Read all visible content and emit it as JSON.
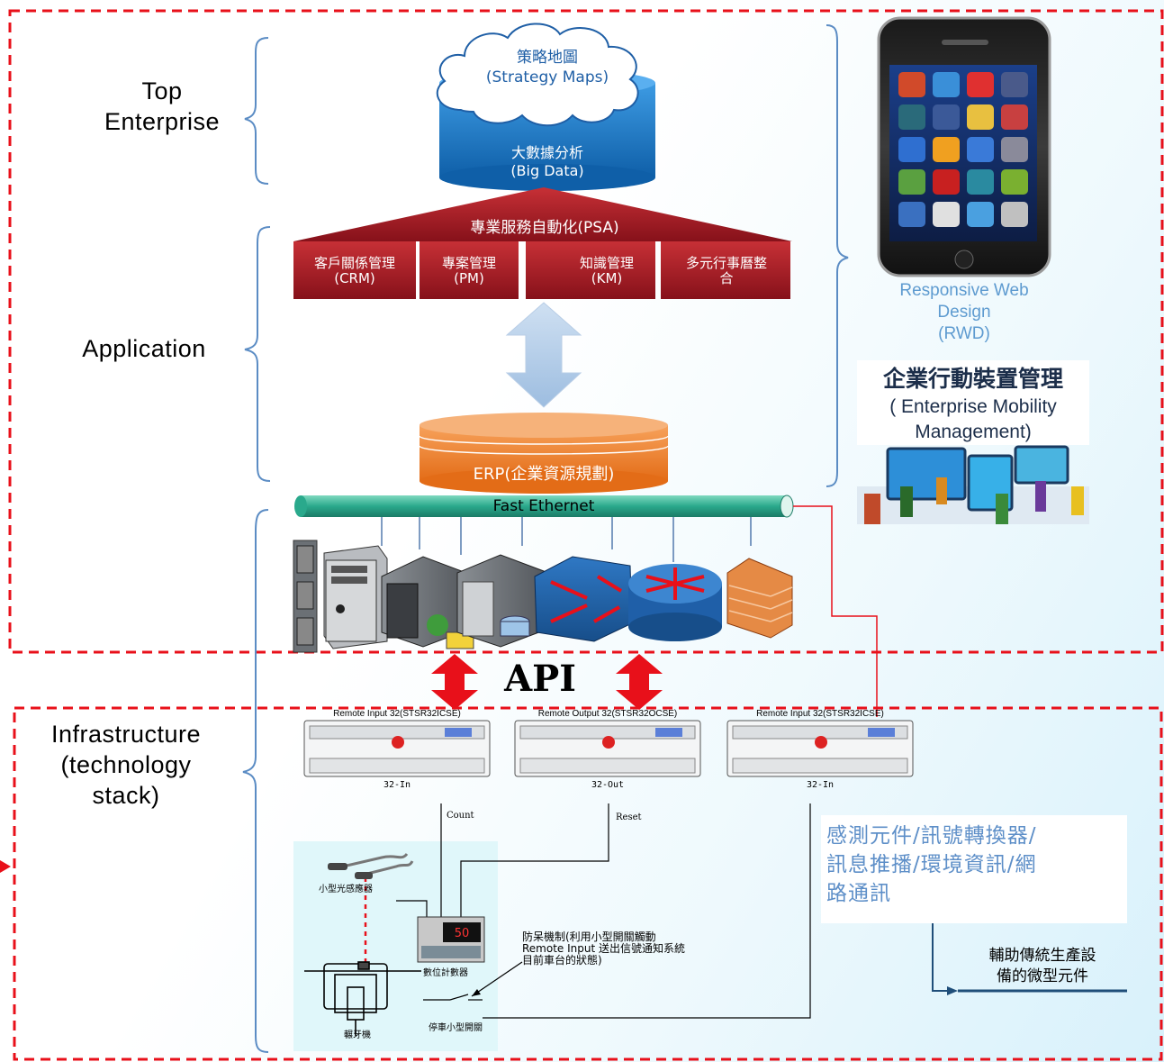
{
  "layers": {
    "top_enterprise": [
      "Top",
      "Enterprise"
    ],
    "application": "Application",
    "infrastructure": [
      "Infrastructure",
      "(technology",
      "stack)"
    ]
  },
  "cloud": {
    "line1": "策略地圖",
    "line2": "(Strategy Maps)"
  },
  "bigdata": {
    "line1": "大數據分析",
    "line2": "(Big Data)"
  },
  "psa": {
    "title": "專業服務自動化(PSA)",
    "modules": [
      {
        "line1": "客戶關係管理",
        "line2": "(CRM)"
      },
      {
        "line1": "專案管理",
        "line2": "(PM)"
      },
      {
        "line1": "知識管理",
        "line2": "(KM)"
      },
      {
        "line1": "多元行事曆整",
        "line2": "合"
      }
    ]
  },
  "erp": "ERP(企業資源規劃)",
  "ethernet": "Fast Ethernet",
  "rwd": {
    "line1": "Responsive Web",
    "line2": "Design",
    "line3": "(RWD)"
  },
  "emm": {
    "line1": "企業行動裝置管理",
    "line2": "( Enterprise Mobility",
    "line3": "Management)"
  },
  "api": "API",
  "remote_modules": [
    {
      "title": "Remote Input 32(STSR32ICSE)",
      "port": "32-In"
    },
    {
      "title": "Remote Output 32(STSR32OCSE)",
      "port": "32-Out"
    },
    {
      "title": "Remote Input 32(STSR32ICSE)",
      "port": "32-In"
    }
  ],
  "wires": {
    "count": "Count",
    "reset": "Reset"
  },
  "field": {
    "sensor": "小型光感應器",
    "counter": "數位計數器",
    "tapping": "輾牙機",
    "switch": "停車小型開關",
    "foolproof": [
      "防呆機制(利用小型開關觸動",
      "Remote Input 送出信號通知系統",
      "目前車台的狀態)"
    ]
  },
  "sensor_note": [
    "感測元件/訊號轉換器/",
    "訊息推播/環境資訊/網",
    "路通訊"
  ],
  "aux_note": [
    "輔助傳統生產設",
    "備的微型元件"
  ],
  "colors": {
    "dashed_border": "#e8101a",
    "psa_red": "#a8171d",
    "bigdata_blue": "#1f7bc8",
    "erp_orange": "#ef7d2a",
    "ethernet_green": "#27a58a",
    "rwd_blue": "#5e9bd0",
    "note_blue": "#5e8fc8",
    "aux_navy": "#1f4e79"
  }
}
